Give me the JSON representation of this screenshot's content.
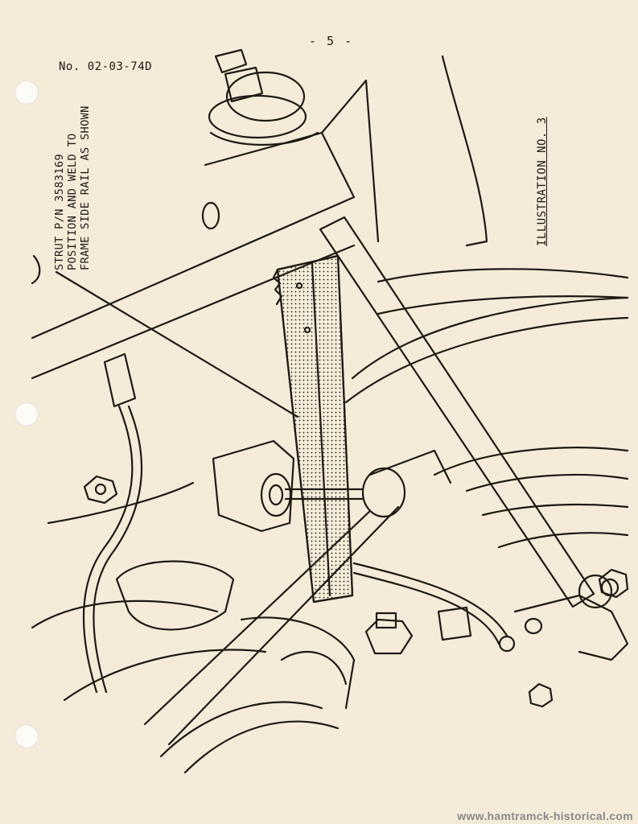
{
  "page": {
    "page_number": "- 5 -",
    "doc_number": "No. 02-03-74D",
    "callout_lines": [
      "STRUT P/N 3583169",
      "POSITION AND WELD TO",
      "FRAME SIDE RAIL AS SHOWN"
    ],
    "illustration_title": "ILLUSTRATION NO. 3",
    "watermark": "www.hamtramck-historical.com"
  }
}
